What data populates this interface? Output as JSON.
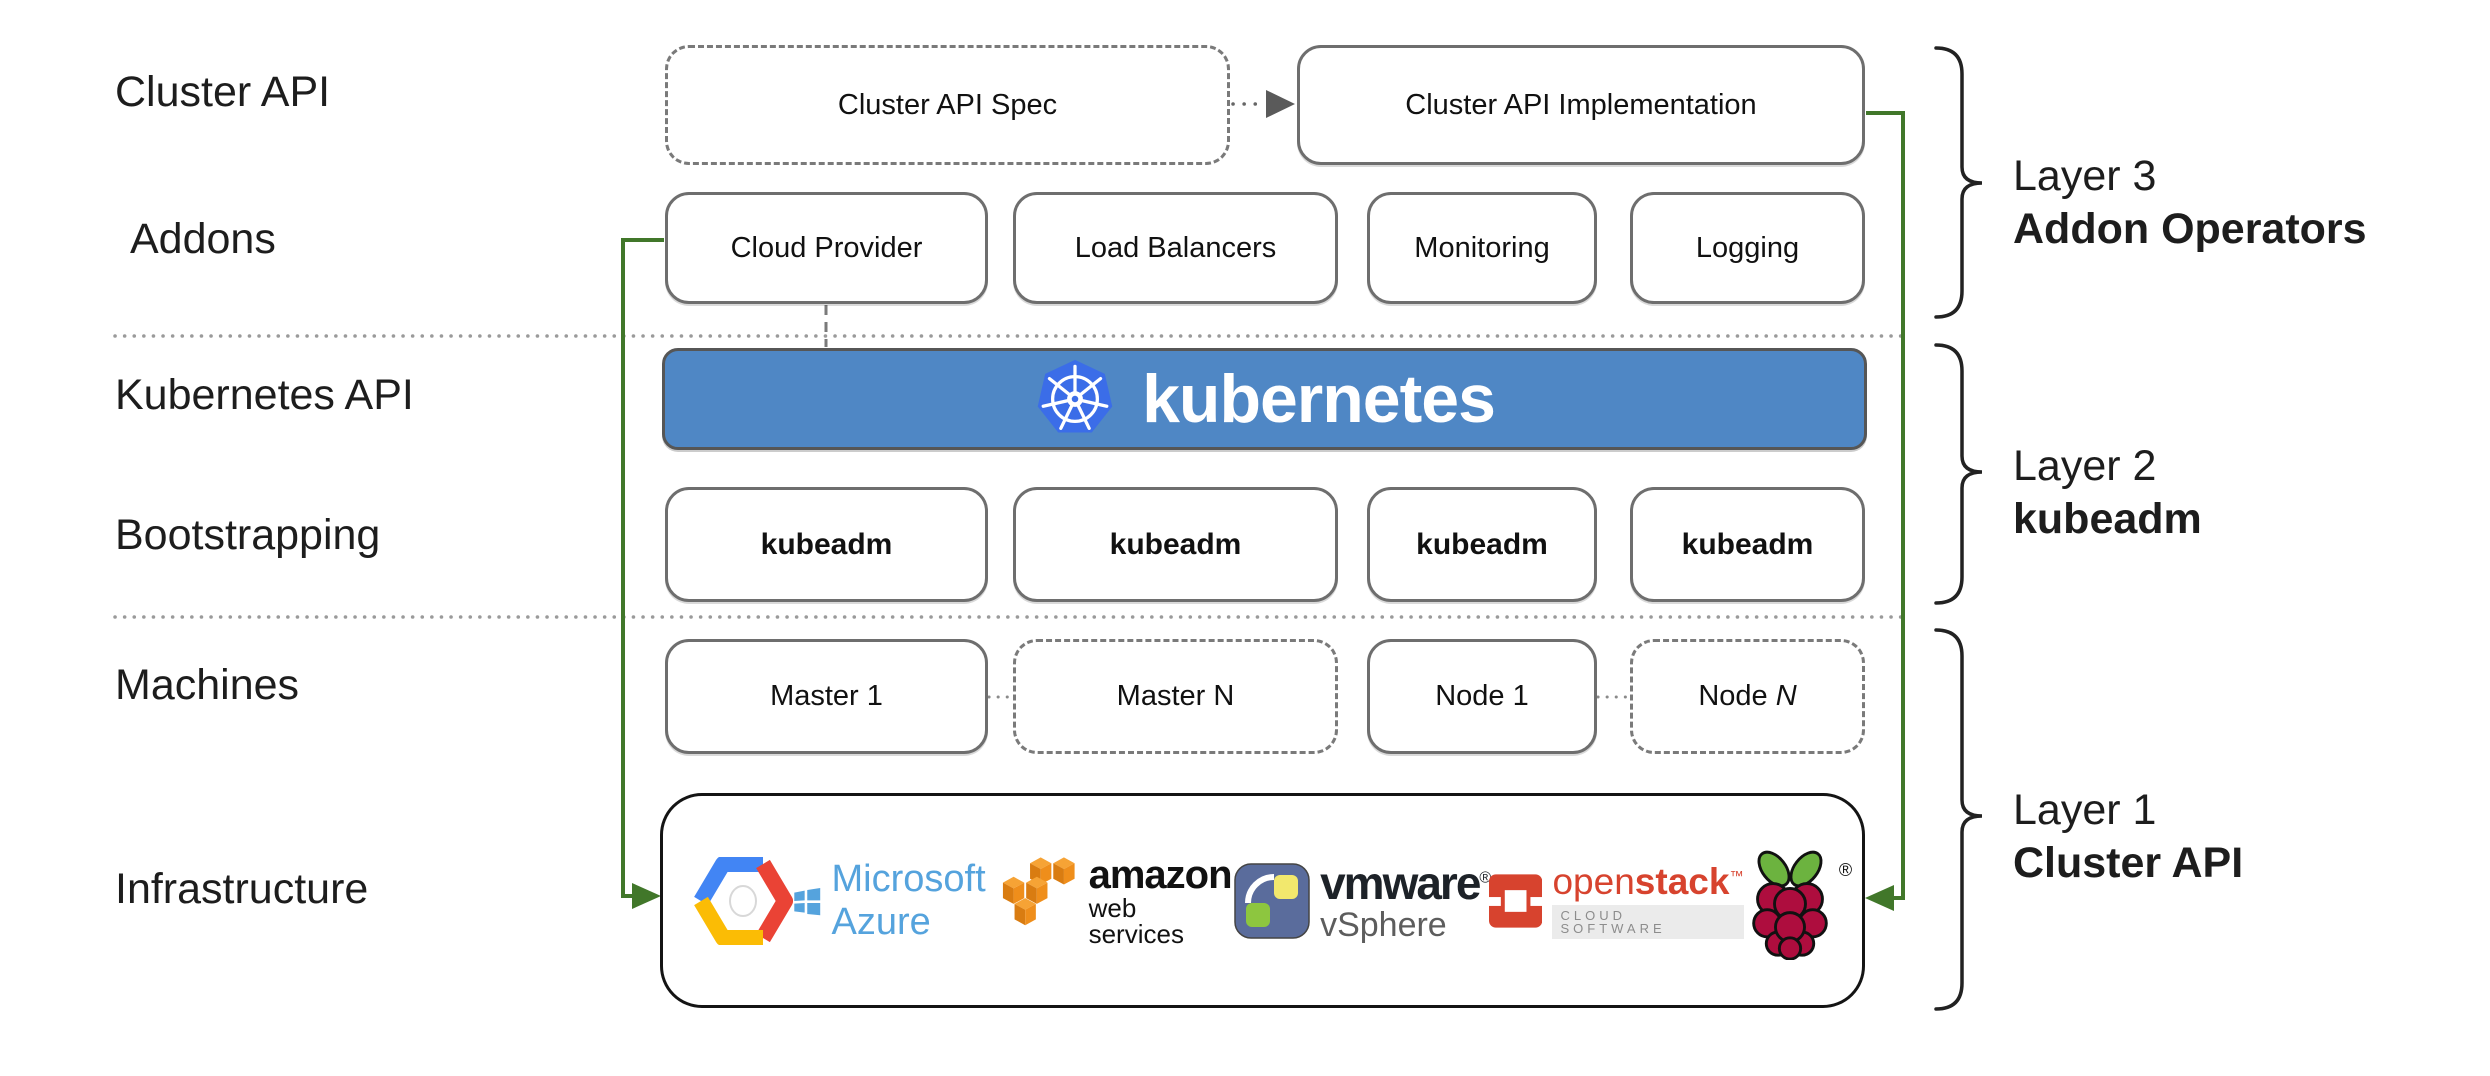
{
  "left_labels": [
    "Cluster API",
    "Addons",
    "Kubernetes API",
    "Bootstrapping",
    "Machines",
    "Infrastructure"
  ],
  "top_row": {
    "spec": "Cluster API Spec",
    "impl": "Cluster API Implementation"
  },
  "addons_row": [
    "Cloud Provider",
    "Load Balancers",
    "Monitoring",
    "Logging"
  ],
  "kubernetes": {
    "wordmark": "kubernetes"
  },
  "bootstrap_row": [
    "kubeadm",
    "kubeadm",
    "kubeadm",
    "kubeadm"
  ],
  "machines_row": [
    {
      "text": "Master 1",
      "italic": ""
    },
    {
      "text": "Master N",
      "italic": ""
    },
    {
      "text": "Node 1",
      "italic": ""
    },
    {
      "text": "Node ",
      "italic": "N"
    }
  ],
  "infrastructure": {
    "azure_text": "Microsoft Azure",
    "aws_line1": "amazon",
    "aws_line2": "web services",
    "vmware_line1": "vmware",
    "vmware_reg": "®",
    "vmware_line2": "vSphere",
    "openstack_part1": "open",
    "openstack_part2": "stack",
    "openstack_tm": "™",
    "openstack_sub": "CLOUD SOFTWARE",
    "raspberry_reg": "®"
  },
  "layers": [
    {
      "title": "Layer 3",
      "subtitle": "Addon Operators"
    },
    {
      "title": "Layer 2",
      "subtitle": "kubeadm"
    },
    {
      "title": "Layer 1",
      "subtitle": "Cluster API"
    }
  ],
  "colors": {
    "banner_blue": "#4f87c5",
    "k8s_logo_blue": "#3b6de8",
    "connector_green": "#41772a",
    "box_border_gray": "#6e6e6e",
    "azure_blue": "#55a3dd",
    "aws_orange": "#ef8e1b",
    "openstack_red": "#d7432e",
    "raspberry_red": "#ae0d3e",
    "leaf_green": "#6cb33f",
    "gcp_blue": "#4285f4",
    "gcp_red": "#ea4335",
    "gcp_yellow": "#fbbc05"
  }
}
